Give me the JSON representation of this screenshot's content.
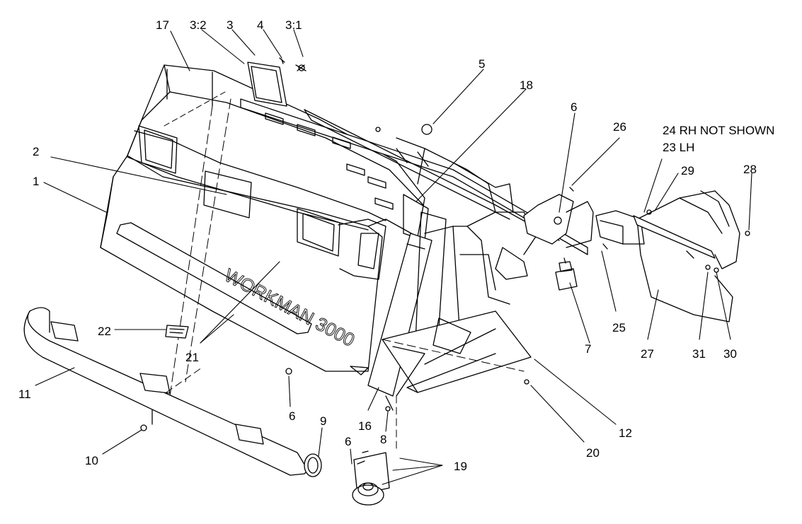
{
  "callouts": {
    "c17": "17",
    "c3_2": "3:2",
    "c3": "3",
    "c4": "4",
    "c3_1": "3:1",
    "c5": "5",
    "c18": "18",
    "c6_top": "6",
    "c26": "26",
    "c2": "2",
    "c1": "1",
    "c29": "29",
    "c28": "28",
    "c25": "25",
    "c7": "7",
    "c27": "27",
    "c31": "31",
    "c30": "30",
    "c22": "22",
    "c21": "21",
    "c11": "11",
    "c6_mid": "6",
    "c9": "9",
    "c10": "10",
    "c6_bottom": "6",
    "c16": "16",
    "c8": "8",
    "c19": "19",
    "c20": "20",
    "c12": "12"
  },
  "notes": {
    "rh": "24  RH NOT SHOWN",
    "lh": "23  LH"
  },
  "hood_lettering": "WORKMAN 3000"
}
